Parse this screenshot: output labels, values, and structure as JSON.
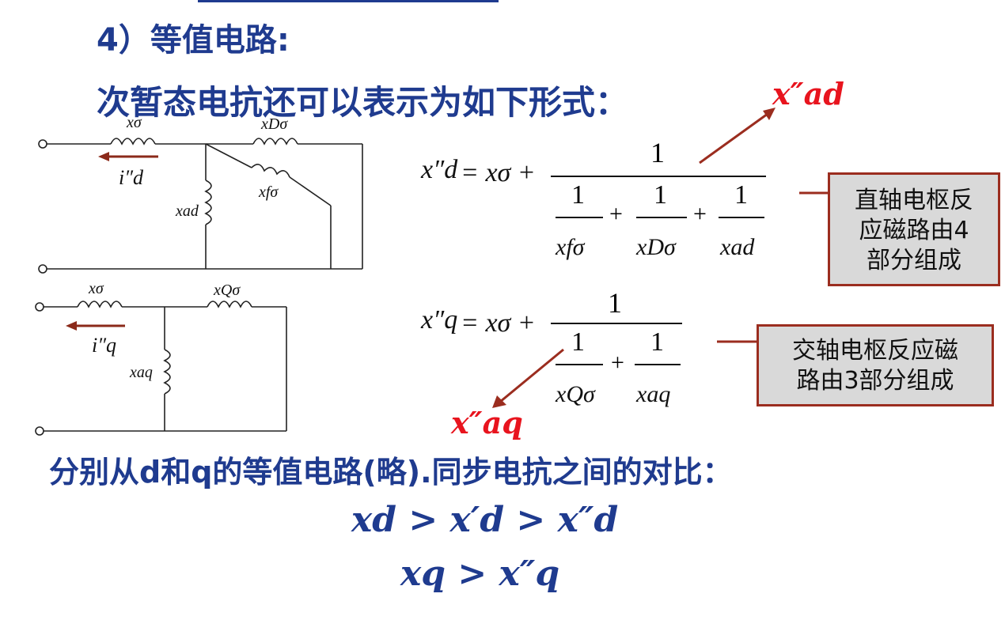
{
  "heading": "4）等值电路:",
  "subheading": "次暂态电抗还可以表示为如下形式：",
  "circuit_d": {
    "x_sigma": "xσ",
    "x_D_sigma": "xDσ",
    "x_f_sigma": "xfσ",
    "x_ad": "xad",
    "current": "i″d"
  },
  "circuit_q": {
    "x_sigma": "xσ",
    "x_Q_sigma": "xQσ",
    "x_aq": "xaq",
    "current": "i″q"
  },
  "formula_d": {
    "lhs": "x″d",
    "eq": "= xσ +",
    "numerator": "1",
    "terms": [
      "1",
      "xfσ",
      "1",
      "xDσ",
      "1",
      "xad"
    ]
  },
  "formula_q": {
    "lhs": "x″q",
    "eq": "= xσ +",
    "numerator": "1",
    "terms": [
      "1",
      "xQσ",
      "1",
      "xaq"
    ]
  },
  "labels": {
    "x_ad_dd": "x″ad",
    "x_aq_dd": "x″aq"
  },
  "boxes": {
    "d_axis": [
      "直轴电枢反",
      "应磁路由4",
      "部分组成"
    ],
    "q_axis": [
      "交轴电枢反应磁",
      "路由3部分组成"
    ]
  },
  "comparison_title": "分别从d和q的等值电路(略).同步电抗之间的对比：",
  "inequalities": [
    "xd > x′d > x″d",
    "xq > x″q"
  ],
  "colors": {
    "heading": "#1f3b8f",
    "arrow": "#9b2d1f",
    "label": "#e8141e",
    "box_bg": "#d9d9d9"
  }
}
